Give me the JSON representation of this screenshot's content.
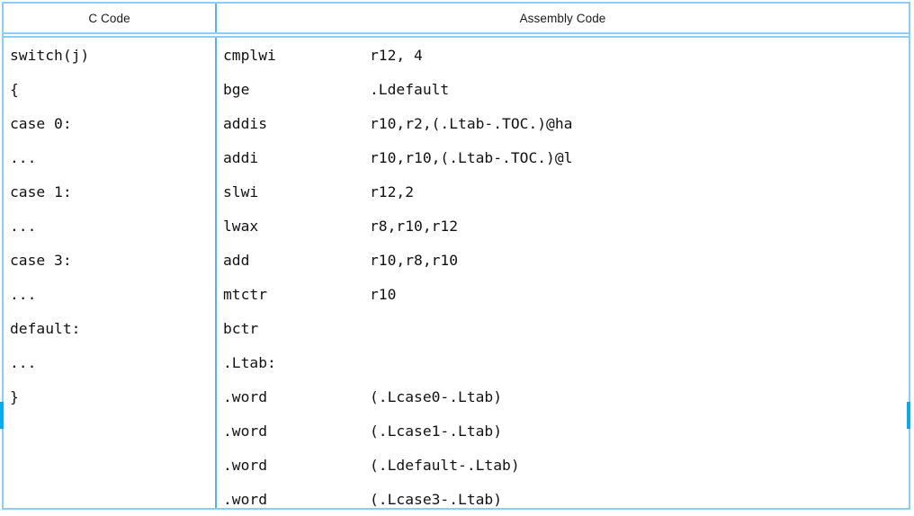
{
  "table": {
    "headers": {
      "c_code": "C Code",
      "assembly_code": "Assembly Code"
    },
    "colors": {
      "outer_border": "#89cff4",
      "divider": "#55b3ee",
      "selection_tick": "#00aeef",
      "text": "#121212",
      "background": "#ffffff"
    },
    "c_code_lines": [
      "switch(j)",
      "{",
      "case 0:",
      "...",
      "case 1:",
      "...",
      "case 3:",
      "...",
      "default:",
      "...",
      "}"
    ],
    "assembly_lines": [
      {
        "mnemonic": "cmplwi",
        "operand": "r12, 4"
      },
      {
        "mnemonic": "bge",
        "operand": ".Ldefault"
      },
      {
        "mnemonic": "addis",
        "operand": "r10,r2,(.Ltab-.TOC.)@ha"
      },
      {
        "mnemonic": "addi",
        "operand": "r10,r10,(.Ltab-.TOC.)@l"
      },
      {
        "mnemonic": "slwi",
        "operand": "r12,2"
      },
      {
        "mnemonic": "lwax",
        "operand": "r8,r10,r12"
      },
      {
        "mnemonic": "add",
        "operand": "r10,r8,r10"
      },
      {
        "mnemonic": "mtctr",
        "operand": "r10"
      },
      {
        "mnemonic": "bctr",
        "operand": ""
      },
      {
        "mnemonic": ".Ltab:",
        "operand": ""
      },
      {
        "mnemonic": ".word",
        "operand": "(.Lcase0-.Ltab)"
      },
      {
        "mnemonic": ".word",
        "operand": "(.Lcase1-.Ltab)"
      },
      {
        "mnemonic": ".word",
        "operand": "(.Ldefault-.Ltab)"
      },
      {
        "mnemonic": ".word",
        "operand": "(.Lcase3-.Ltab)"
      }
    ]
  }
}
